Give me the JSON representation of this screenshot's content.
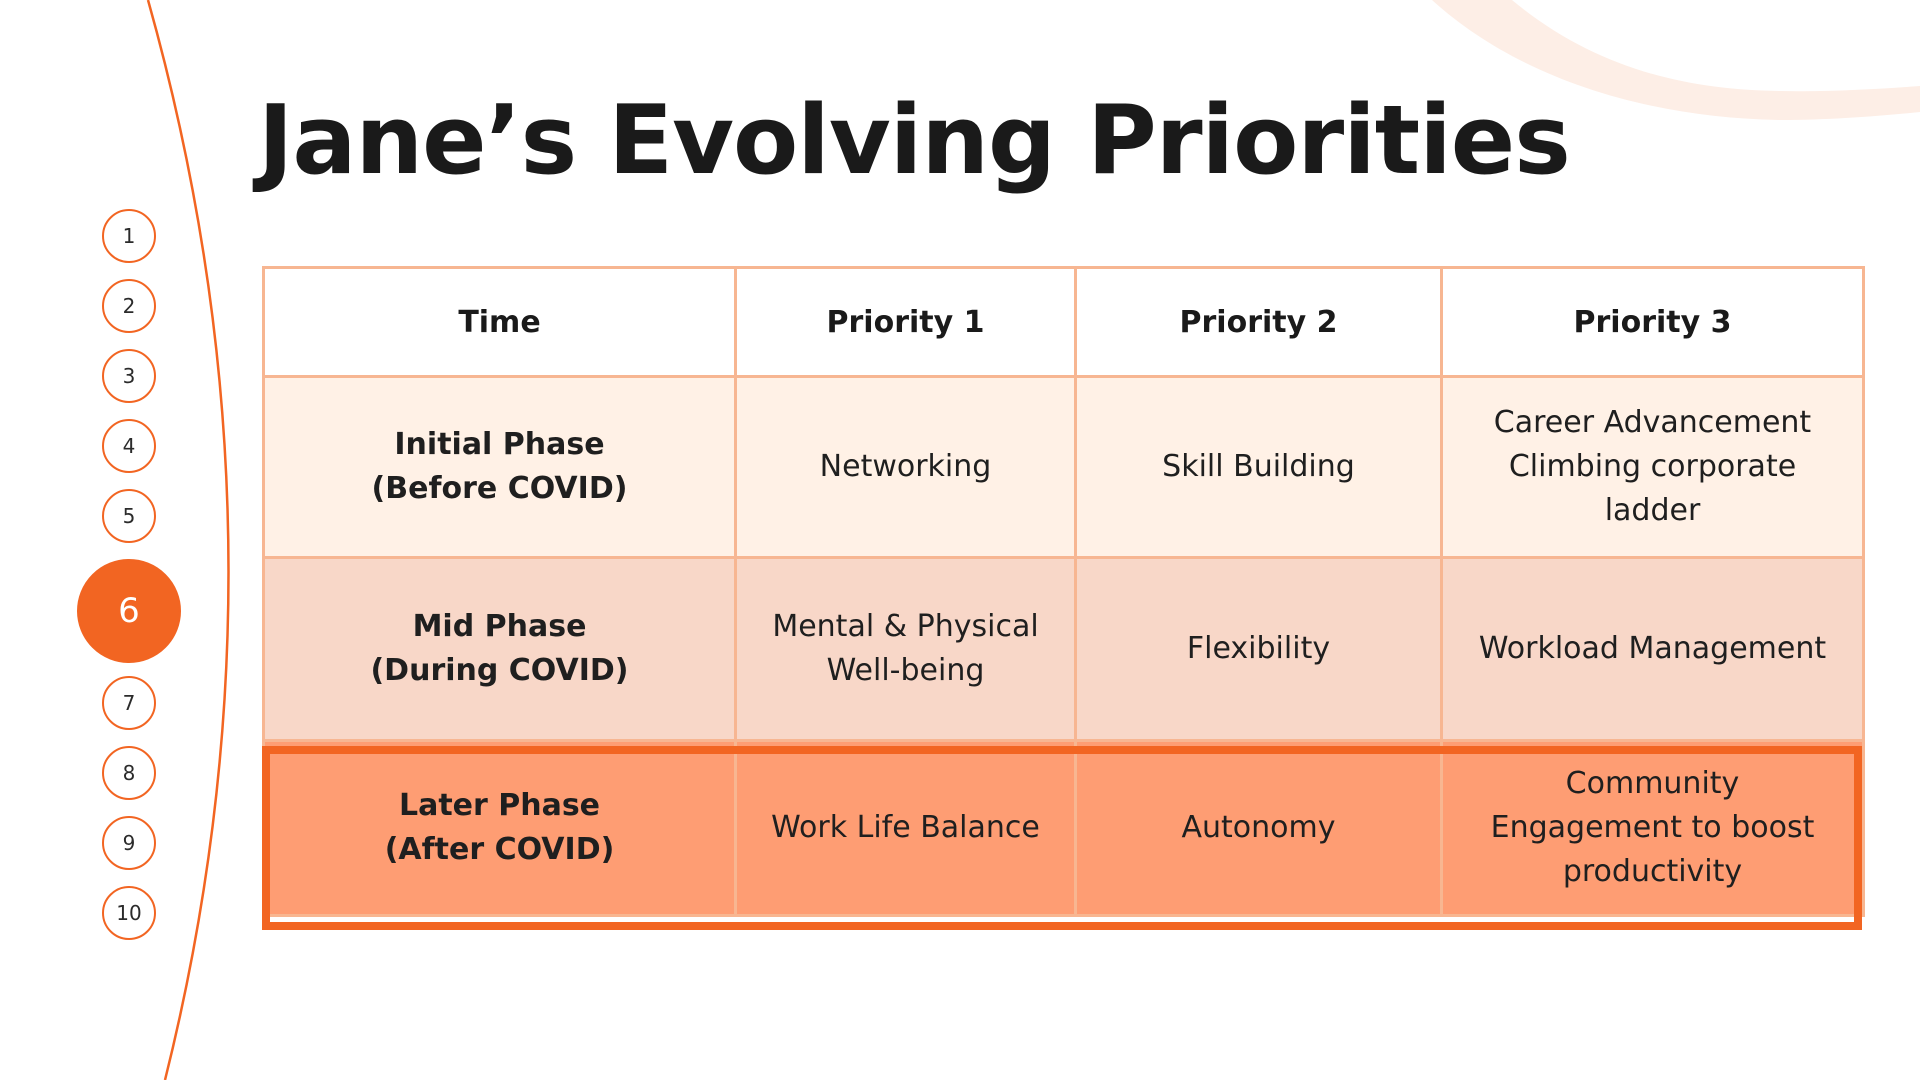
{
  "slide": {
    "title": "Jane’s Evolving Priorities"
  },
  "nav": {
    "active_index": 5,
    "items": [
      "1",
      "2",
      "3",
      "4",
      "5",
      "6",
      "7",
      "8",
      "9",
      "10"
    ]
  },
  "table": {
    "headers": [
      "Time",
      "Priority 1",
      "Priority 2",
      "Priority 3"
    ],
    "rows": [
      {
        "phase": "Initial Phase\n(Before COVID)",
        "p1": "Networking",
        "p2": "Skill Building",
        "p3": "Career Advancement\nClimbing corporate\nladder"
      },
      {
        "phase": "Mid Phase\n(During COVID)",
        "p1": "Mental & Physical\nWell-being",
        "p2": "Flexibility",
        "p3": "Workload Management"
      },
      {
        "phase": "Later Phase\n(After COVID)",
        "p1": "Work Life Balance",
        "p2": "Autonomy",
        "p3": "Community\nEngagement to boost\nproductivity"
      }
    ],
    "highlighted_row": 2
  },
  "colors": {
    "accent": "#f26522",
    "row_initial": "#fff1e6",
    "row_mid": "#f8d7c8",
    "row_later": "#fe9d73",
    "cell_border": "#f7b692"
  }
}
